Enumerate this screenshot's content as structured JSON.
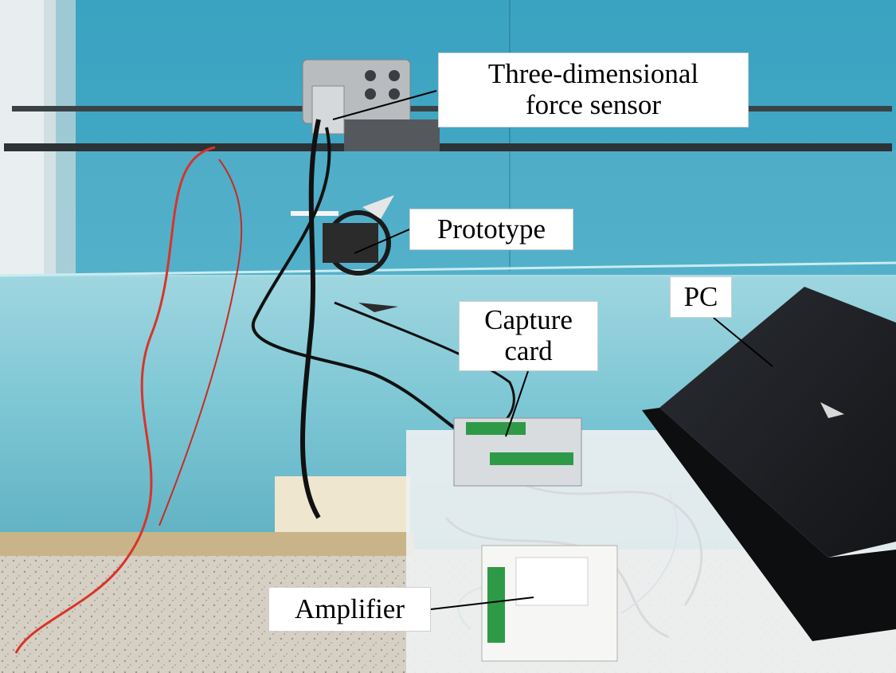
{
  "figure": {
    "labels": {
      "sensor_line1": "Three-dimensional",
      "sensor_line2": "force sensor",
      "prototype": "Prototype",
      "capture_line1": "Capture",
      "capture_line2": "card",
      "pc": "PC",
      "amplifier": "Amplifier"
    }
  },
  "colors": {
    "wall": "#3fa7c4",
    "water": "#8fd0dc",
    "floor": "#d9d2c6",
    "cable_red": "#d8342a",
    "cable_black": "#111111",
    "laptop": "#1b1d22",
    "terminal_green": "#2e9a48"
  }
}
